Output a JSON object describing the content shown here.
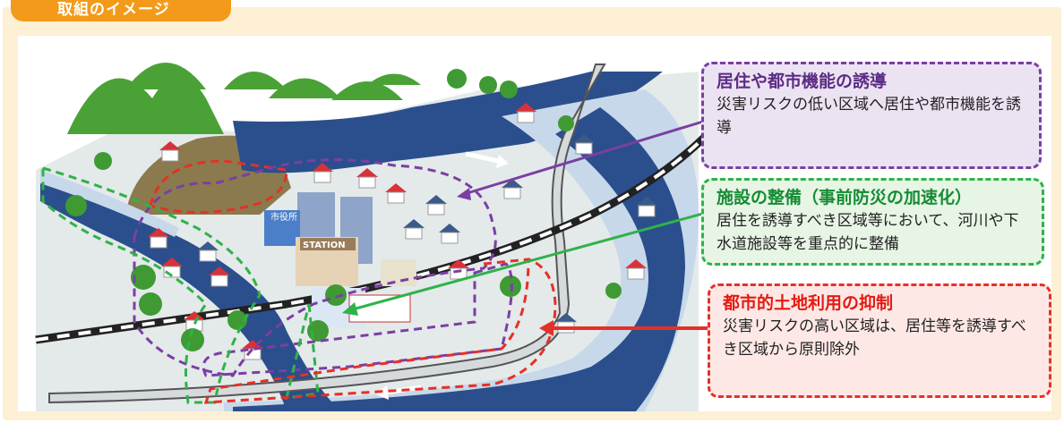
{
  "header": {
    "tab_label": "取組のイメージ"
  },
  "map": {
    "city_hall_sign": "市役所",
    "station_sign": "STATION"
  },
  "callouts": [
    {
      "title": "居住や都市機能の誘導",
      "body": "災害リスクの低い区域へ居住や都市機能を誘導",
      "color": "#7a3fa3"
    },
    {
      "title": "施設の整備（事前防災の加速化）",
      "body": "居住を誘導すべき区域等において、河川や下水道施設等を重点的に整備",
      "color": "#2fb24a"
    },
    {
      "title": "都市的土地利用の抑制",
      "body": "災害リスクの高い区域は、居住等を誘導すべき区域から原則除外",
      "color": "#e63026"
    }
  ],
  "colors": {
    "tab": "#f39a1a",
    "background": "#fdf0d5",
    "river": "#2b4f8c",
    "purple": "#7a3fa3",
    "green": "#2fb24a",
    "red": "#e63026"
  }
}
